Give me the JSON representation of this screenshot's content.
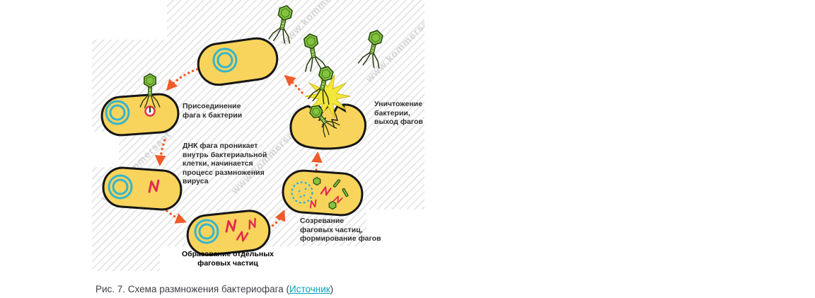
{
  "diagram": {
    "labels": {
      "attach": "Присоединение\nфага к бактерии",
      "dna_entry": "ДНК фага проникает\nвнутрь бактериальной\nклетки, начинается\nпроцесс размножения\nвируса",
      "formation": "Образование отдельных\nфаговых частиц",
      "maturation": "Созревание\nфаговых частиц,\nформирование фагов",
      "destruction": "Уничтожение\nбактерии,\nвыход фагов"
    },
    "watermark": "www.kommersant",
    "colors": {
      "bacterium_fill": "#F9D45C",
      "outline": "#161616",
      "nucleoid_ring": "#35B4CC",
      "dna_squiggle": "#E02D4F",
      "phage_green": "#85C23F",
      "arrow": "#F15A29",
      "burst": "#F4E73C",
      "link": "#0AA1BD"
    }
  },
  "caption": {
    "prefix": "Рис. 7. Схема размножения бактериофага (",
    "link": "Источник",
    "suffix": ")"
  }
}
